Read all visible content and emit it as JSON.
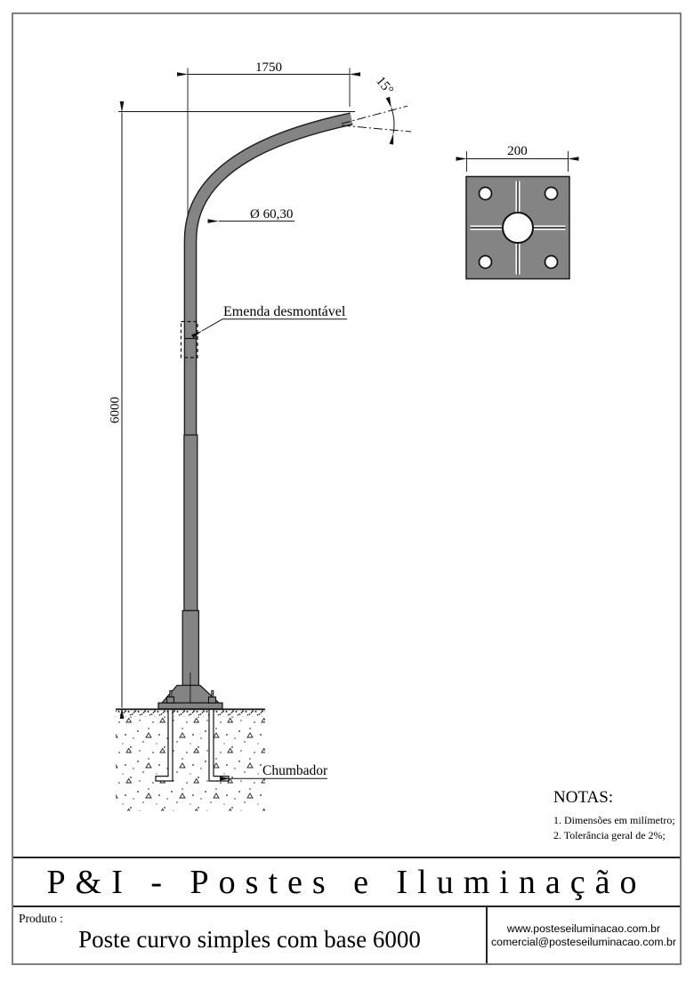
{
  "colors": {
    "pole_fill": "#848484",
    "outline": "#1c1c1c",
    "frame": "#808080",
    "ink": "#111111"
  },
  "drawing": {
    "dim_arm": "1750",
    "dim_angle": "15°",
    "dim_diameter": "Ø 60,30",
    "dim_height": "6000",
    "dim_plate": "200",
    "label_joint": "Emenda desmontável",
    "label_anchor": "Chumbador"
  },
  "notes": {
    "title": "NOTAS:",
    "items": [
      "1. Dimensões em milímetro;",
      "2. Tolerância geral de 2%;"
    ]
  },
  "title_block": {
    "company": "P&I - Postes e Iluminação",
    "product_label": "Produto :",
    "product_name": "Poste curvo simples com base 6000",
    "website": "www.posteseiluminacao.com.br",
    "email": "comercial@posteseiluminacao.com.br"
  }
}
